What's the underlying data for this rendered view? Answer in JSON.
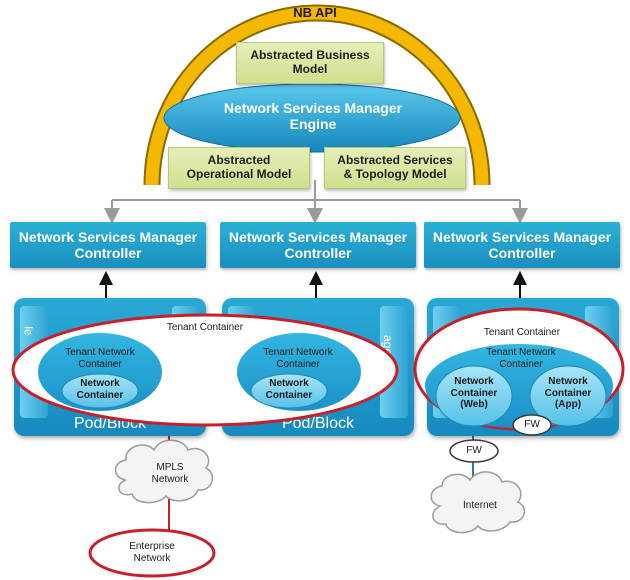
{
  "api": {
    "label": "NB API"
  },
  "engine": {
    "label": "Network Services Manager\nEngine"
  },
  "models": {
    "business": "Abstracted Business\nModel",
    "operational": "Abstracted\nOperational Model",
    "services": "Abstracted Services\n& Topology Model"
  },
  "controllers": [
    {
      "label": "Network Services Manager\nController"
    },
    {
      "label": "Network Services Manager\nController"
    },
    {
      "label": "Network Services Manager\nController"
    }
  ],
  "pods": [
    {
      "label": "Pod/Block",
      "edge": "le"
    },
    {
      "label": "Pod/Block",
      "edge": "age"
    },
    {
      "label": ""
    }
  ],
  "tenant_left": {
    "title": "Tenant Container",
    "tnc1": "Tenant Network\nContainer",
    "nc1": "Network\nContainer",
    "tnc2": "Tenant Network\nContainer",
    "nc2": "Network\nContainer"
  },
  "tenant_right": {
    "title": "Tenant Container",
    "tnc": "Tenant Network\nContainer",
    "nc_web": "Network\nContainer\n(Web)",
    "nc_app": "Network\nContainer\n(App)",
    "fw_inner": "FW"
  },
  "external": {
    "mpls": "MPLS\nNetwork",
    "enterprise": "Enterprise\nNetwork",
    "fw": "FW",
    "internet": "Internet"
  },
  "colors": {
    "arch": "#f5b800",
    "controller": "#1f9ccb",
    "green_model": "#d8e6a3",
    "tenant_border": "#c8202b",
    "pod": "#1e9ad0"
  }
}
